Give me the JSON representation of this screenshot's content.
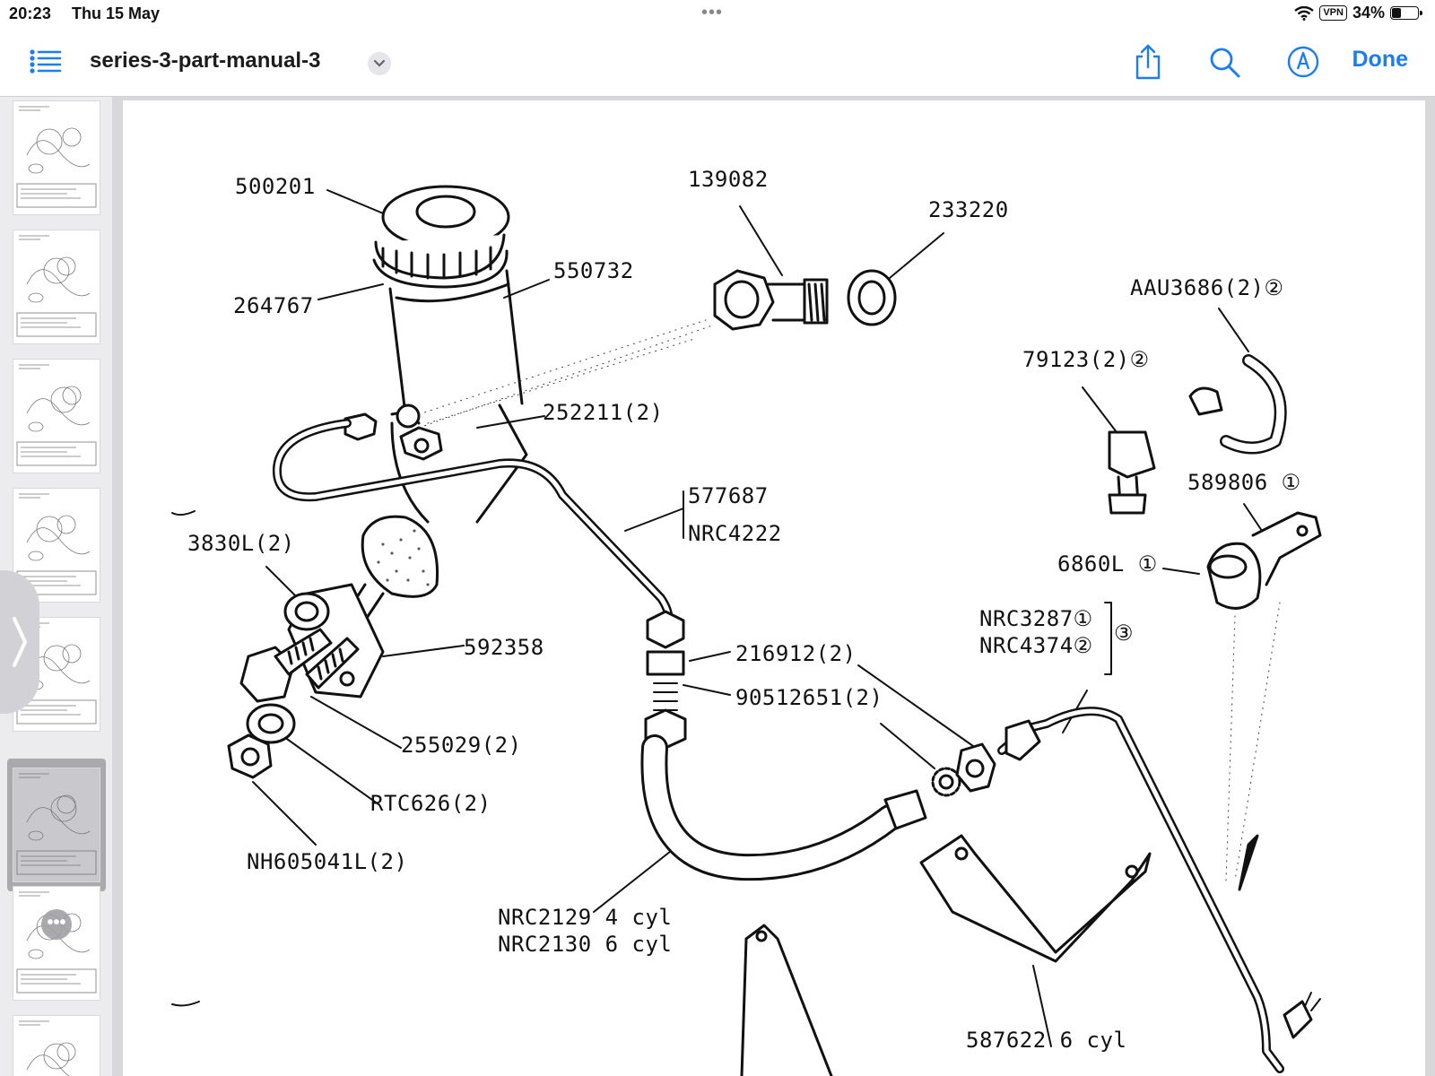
{
  "status_bar": {
    "time": "20:23",
    "date": "Thu 15 May",
    "vpn": "VPN",
    "battery": "34%",
    "battery_level": 0.34
  },
  "toolbar": {
    "title": "series-3-part-manual-3",
    "done_label": "Done",
    "icons": [
      "list-icon",
      "chevron-down-icon",
      "share-icon",
      "search-icon",
      "markup-icon"
    ]
  },
  "sidebar": {
    "selected_index": 5,
    "more_label": "•••"
  },
  "diagram": {
    "labels": {
      "l500201": "500201",
      "l139082": "139082",
      "l233220": "233220",
      "l264767": "264767",
      "l550732": "550732",
      "lAAU3686": "AAU3686(2)②",
      "l79123": "79123(2)②",
      "l252211": "252211(2)",
      "l577687": "577687",
      "lNRC4222": "NRC4222",
      "l589806": "589806 ①",
      "l3830L": "3830L(2)",
      "l6860L": "6860L ①",
      "lNRC3287": "NRC3287①",
      "lNRC4374": "NRC4374②",
      "lGroup3": "③",
      "l592358": "592358",
      "l216912": "216912(2)",
      "l90512651": "90512651(2)",
      "l255029": "255029(2)",
      "lRTC626": "RTC626(2)",
      "lNH605041L": "NH605041L(2)",
      "lNRC2129": "NRC2129 4 cyl",
      "lNRC2130": "NRC2130 6 cyl",
      "l587622": "587622 6 cyl"
    }
  }
}
